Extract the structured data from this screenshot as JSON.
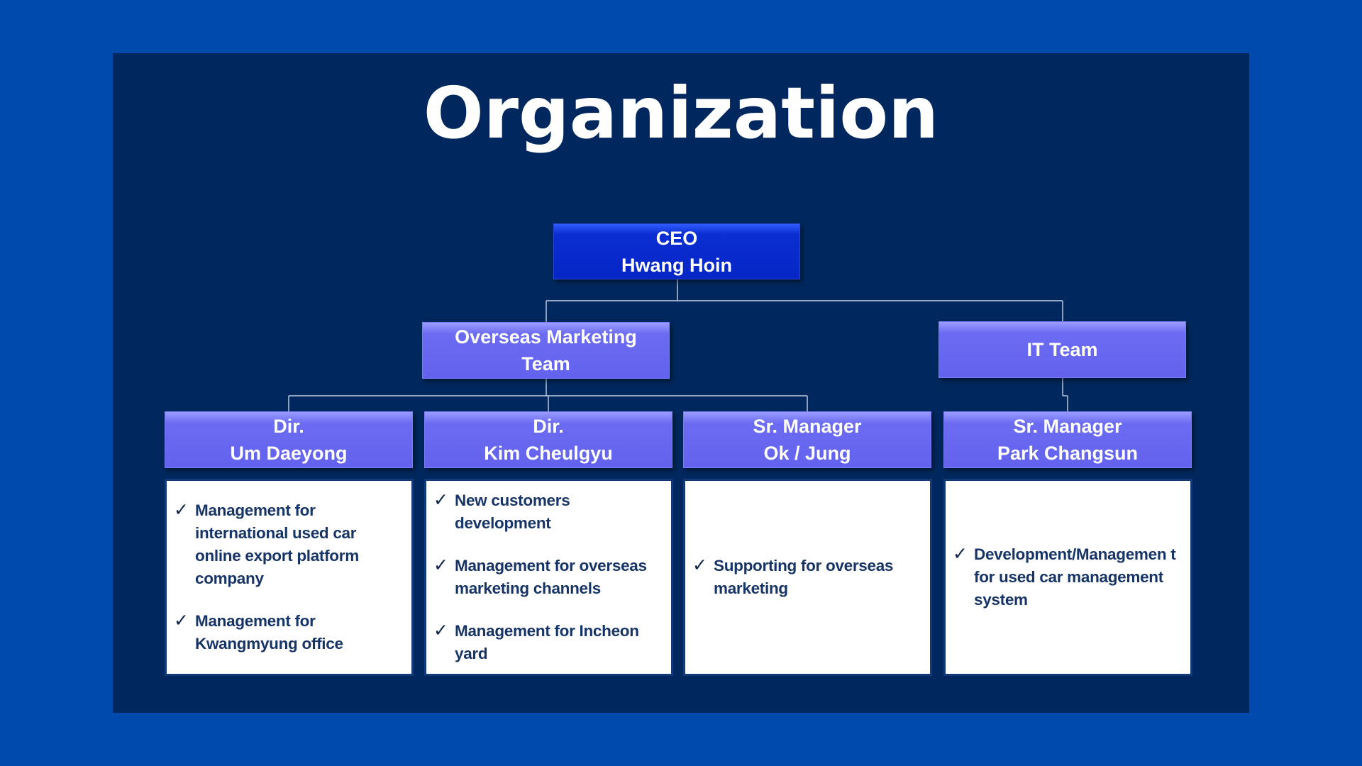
{
  "title": "Organization",
  "colors": {
    "background": "#004aad",
    "slide": "#00285e",
    "ceo_box": "#0a2ed0",
    "team_box": "#6666ef",
    "task_text": "#173466"
  },
  "ceo": {
    "role": "CEO",
    "name": "Hwang Hoin"
  },
  "teams": [
    {
      "line1": "Overseas Marketing",
      "line2": "Team"
    },
    {
      "line1": "IT Team"
    }
  ],
  "members": [
    {
      "role": "Dir.",
      "name": "Um Daeyong",
      "tasks": [
        "Management for international used car online export platform company",
        "Management for Kwangmyung office"
      ]
    },
    {
      "role": "Dir.",
      "name": "Kim Cheulgyu",
      "tasks": [
        "New customers development",
        "Management for overseas marketing channels",
        "Management for Incheon yard"
      ]
    },
    {
      "role": "Sr. Manager",
      "name": "Ok / Jung",
      "tasks": [
        "Supporting for overseas marketing"
      ]
    },
    {
      "role": "Sr. Manager",
      "name": "Park Changsun",
      "tasks": [
        "Development/Managemen t for used car management system"
      ]
    }
  ]
}
